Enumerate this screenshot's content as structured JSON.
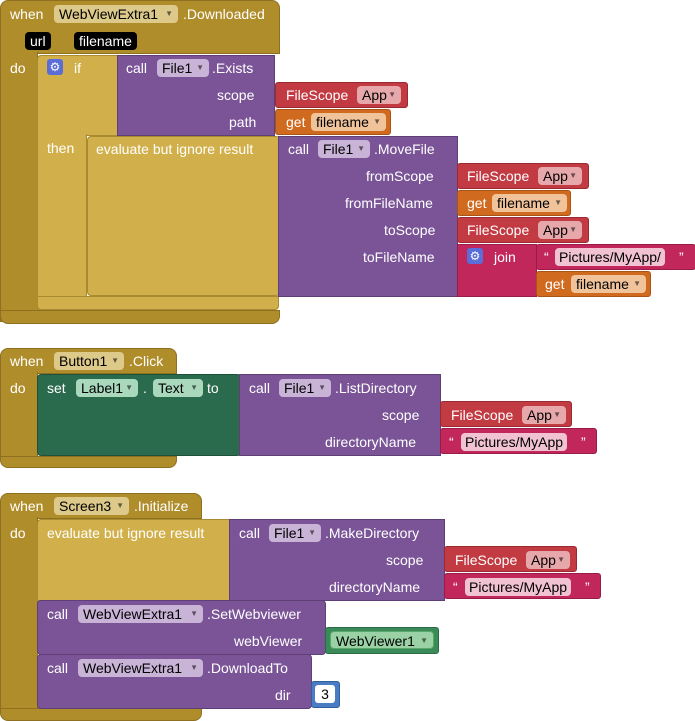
{
  "event1": {
    "when": "when",
    "component": "WebViewExtra1",
    "event": ".Downloaded",
    "params": [
      "url",
      "filename"
    ],
    "do": "do",
    "if_label": "if",
    "then_label": "then",
    "exists": {
      "call": "call",
      "component": "File1",
      "method": ".Exists",
      "scope_label": "scope",
      "path_label": "path",
      "scope_value": "App",
      "filescope": "FileScope",
      "get": "get",
      "var": "filename"
    },
    "ignore": "evaluate but ignore result",
    "move": {
      "call": "call",
      "component": "File1",
      "method": ".MoveFile",
      "fromScope_label": "fromScope",
      "fromFileName_label": "fromFileName",
      "toScope_label": "toScope",
      "toFileName_label": "toFileName",
      "filescope": "FileScope",
      "scope1": "App",
      "scope2": "App",
      "get": "get",
      "var": "filename",
      "join": "join",
      "string": "Pictures/MyApp/"
    }
  },
  "event2": {
    "when": "when",
    "component": "Button1",
    "event": ".Click",
    "do": "do",
    "set": "set",
    "label": "Label1",
    "dot": ".",
    "prop": "Text",
    "to": "to",
    "call": "call",
    "file": "File1",
    "method": ".ListDirectory",
    "scope_label": "scope",
    "dir_label": "directoryName",
    "filescope": "FileScope",
    "scope_value": "App",
    "string": "Pictures/MyApp"
  },
  "event3": {
    "when": "when",
    "component": "Screen3",
    "event": ".Initialize",
    "do": "do",
    "ignore": "evaluate but ignore result",
    "call": "call",
    "file": "File1",
    "method": ".MakeDirectory",
    "scope_label": "scope",
    "dir_label": "directoryName",
    "filescope": "FileScope",
    "scope_value": "App",
    "string": "Pictures/MyApp",
    "setwv": {
      "call": "call",
      "component": "WebViewExtra1",
      "method": ".SetWebviewer",
      "arg_label": "webViewer",
      "arg_value": "WebViewer1"
    },
    "download": {
      "call": "call",
      "component": "WebViewExtra1",
      "method": ".DownloadTo",
      "arg_label": "dir",
      "arg_value": "3"
    }
  },
  "quote_open": "“",
  "quote_close": "”",
  "gear_icon": "gear-icon",
  "dropdown_icon": "dropdown-arrow-icon"
}
